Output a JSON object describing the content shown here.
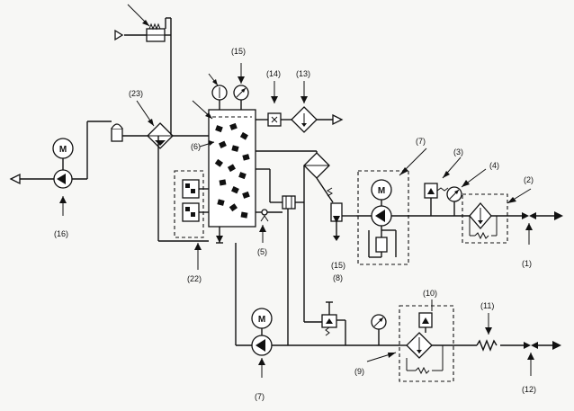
{
  "labels": {
    "l1": "(1)",
    "l2": "(2)",
    "l3": "(3)",
    "l4": "(4)",
    "l5": "(5)",
    "l6": "(6)",
    "l7_top": "(7)",
    "l7_bottom": "(7)",
    "l8": "(8)",
    "l9": "(9)",
    "l10": "(10)",
    "l11": "(11)",
    "l12": "(12)",
    "l13": "(13)",
    "l14": "(14)",
    "l15_top": "(15)",
    "l15_bottom": "(15)",
    "l16": "(16)",
    "l22": "(22)",
    "l23": "(23)",
    "l6_tank": "(6)"
  },
  "motor_symbol": "M"
}
